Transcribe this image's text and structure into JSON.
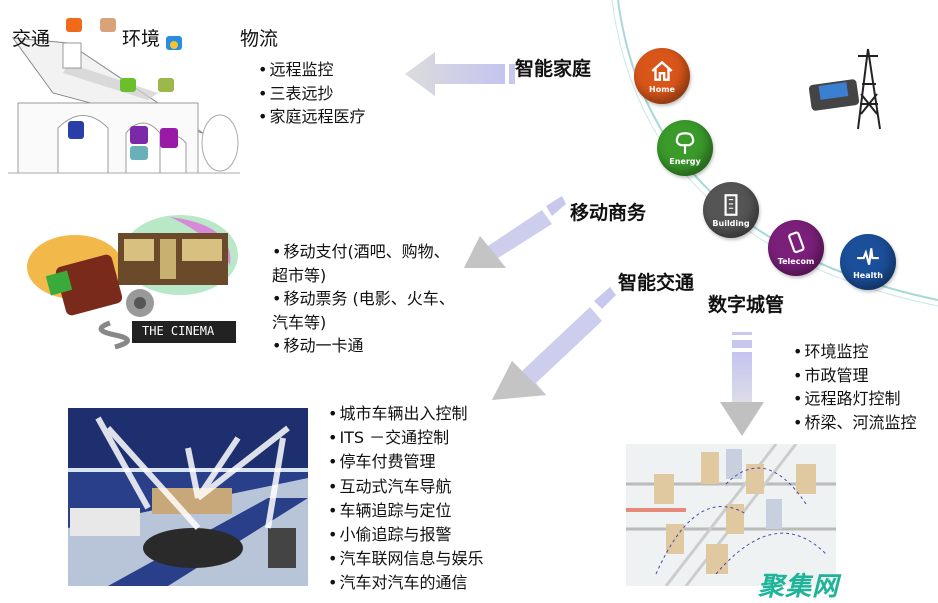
{
  "top_labels": {
    "traffic": "交通",
    "environment": "环境",
    "logistics": "物流"
  },
  "smart_home": {
    "title": "智能家庭",
    "items": [
      "远程监控",
      "三表远抄",
      "家庭远程医疗"
    ]
  },
  "mobile_commerce": {
    "title": "移动商务",
    "items": [
      "移动支付(酒吧、购物、超市等)",
      "移动票务 (电影、火车、汽车等)",
      "移动一卡通"
    ]
  },
  "smart_traffic": {
    "title": "智能交通",
    "items": [
      "城市车辆出入控制",
      "ITS －交通控制",
      "停车付费管理",
      "互动式汽车导航",
      "车辆追踪与定位",
      "小偷追踪与报警",
      "汽车联网信息与娱乐",
      "汽车对汽车的通信"
    ]
  },
  "digital_city": {
    "title": "数字城管",
    "items": [
      "环境监控",
      "市政管理",
      "远程路灯控制",
      "桥梁、河流监控"
    ]
  },
  "service_icons": [
    {
      "label": "Home",
      "icon": "house-icon",
      "color": "#d9561a"
    },
    {
      "label": "Energy",
      "icon": "tree-icon",
      "color": "#3a9a2a"
    },
    {
      "label": "Building",
      "icon": "building-icon",
      "color": "#555555"
    },
    {
      "label": "Telecom",
      "icon": "phone-icon",
      "color": "#7a1f7a"
    },
    {
      "label": "Health",
      "icon": "heartbeat-icon",
      "color": "#1b4f9a"
    }
  ],
  "cinema_sign": "THE CINEMA",
  "watermark": "聚集网",
  "colors": {
    "arrow_body": "#c8c8ee",
    "arrow_head": "#c0c0c0",
    "arc": "#a8d8d8",
    "watermark": "#1fb39a"
  }
}
